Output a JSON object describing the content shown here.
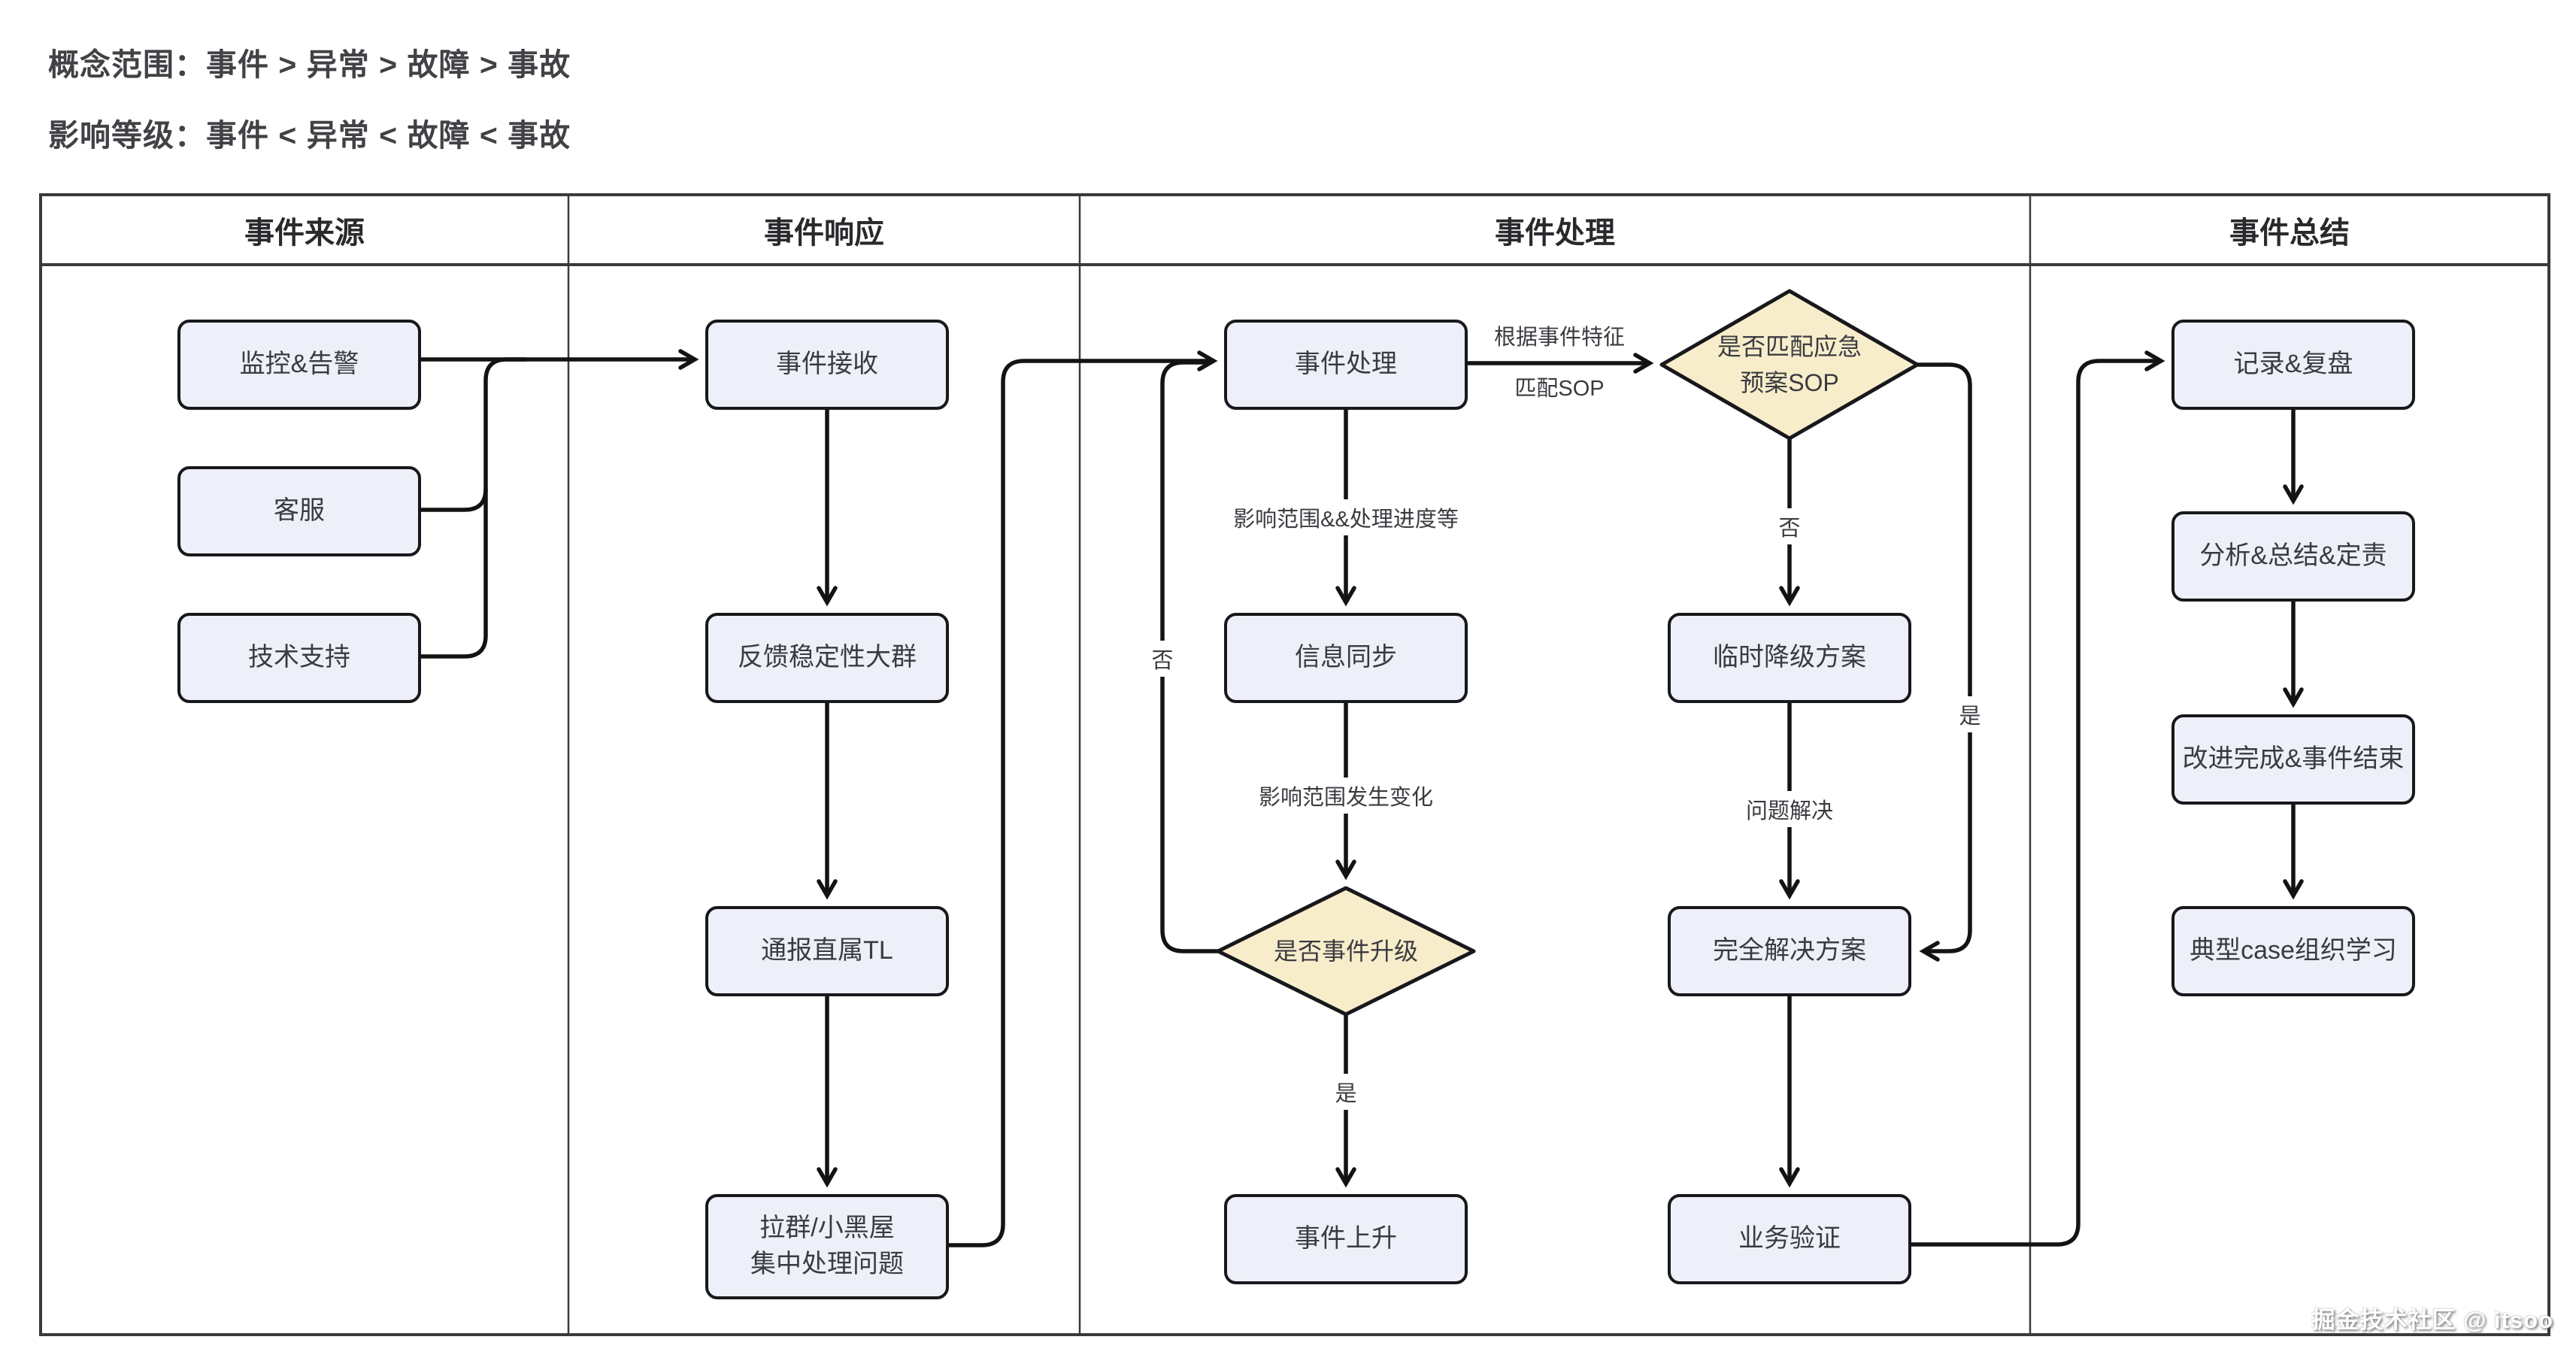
{
  "meta": {
    "watermark": "掘金技术社区 @ itsoo"
  },
  "annotations": {
    "concept_scope": "概念范围：事件 > 异常 > 故障 > 事故",
    "impact_level": "影响等级：事件 < 异常 < 故障 < 事故"
  },
  "colors": {
    "process_fill": "#EDF0F8",
    "decision_fill": "#F8EDCB",
    "shape_border": "#18181C",
    "connector": "#131313",
    "table_line": "#3a3a3e",
    "text_dark": "#3A3B40",
    "label_text": "#3A3A40",
    "title_text": "#414146"
  },
  "lanes": [
    {
      "id": "source",
      "header": "事件来源"
    },
    {
      "id": "response",
      "header": "事件响应"
    },
    {
      "id": "handling",
      "header": "事件处理"
    },
    {
      "id": "summary",
      "header": "事件总结"
    }
  ],
  "nodes": {
    "monitor": {
      "label": "监控&告警",
      "type": "process"
    },
    "customer_service": {
      "label": "客服",
      "type": "process"
    },
    "tech_support": {
      "label": "技术支持",
      "type": "process"
    },
    "receive": {
      "label": "事件接收",
      "type": "process"
    },
    "feedback_group": {
      "label": "反馈稳定性大群",
      "type": "process"
    },
    "notify_tl": {
      "label": "通报直属TL",
      "type": "process"
    },
    "war_room": {
      "label": "拉群/小黑屋\n集中处理问题",
      "type": "process"
    },
    "handle": {
      "label": "事件处理",
      "type": "process"
    },
    "sync_info": {
      "label": "信息同步",
      "type": "process"
    },
    "escalate_decision": {
      "label": "是否事件升级",
      "type": "decision"
    },
    "escalate": {
      "label": "事件上升",
      "type": "process"
    },
    "sop_decision": {
      "label": "是否匹配应急\n预案SOP",
      "type": "decision"
    },
    "temp_downgrade": {
      "label": "临时降级方案",
      "type": "process"
    },
    "full_solution": {
      "label": "完全解决方案",
      "type": "process"
    },
    "biz_verify": {
      "label": "业务验证",
      "type": "process"
    },
    "record_review": {
      "label": "记录&复盘",
      "type": "process"
    },
    "analyze": {
      "label": "分析&总结&定责",
      "type": "process"
    },
    "improve_done": {
      "label": "改进完成&事件结束",
      "type": "process"
    },
    "case_study": {
      "label": "典型case组织学习",
      "type": "process"
    }
  },
  "edge_labels": {
    "match_sop": "根据事件特征\n匹配SOP",
    "impact_progress": "影响范围&&处理进度等",
    "impact_change": "影响范围发生变化",
    "escalate_yes": "是",
    "escalate_no": "否",
    "sop_no": "否",
    "sop_yes": "是",
    "problem_solved": "问题解决"
  }
}
